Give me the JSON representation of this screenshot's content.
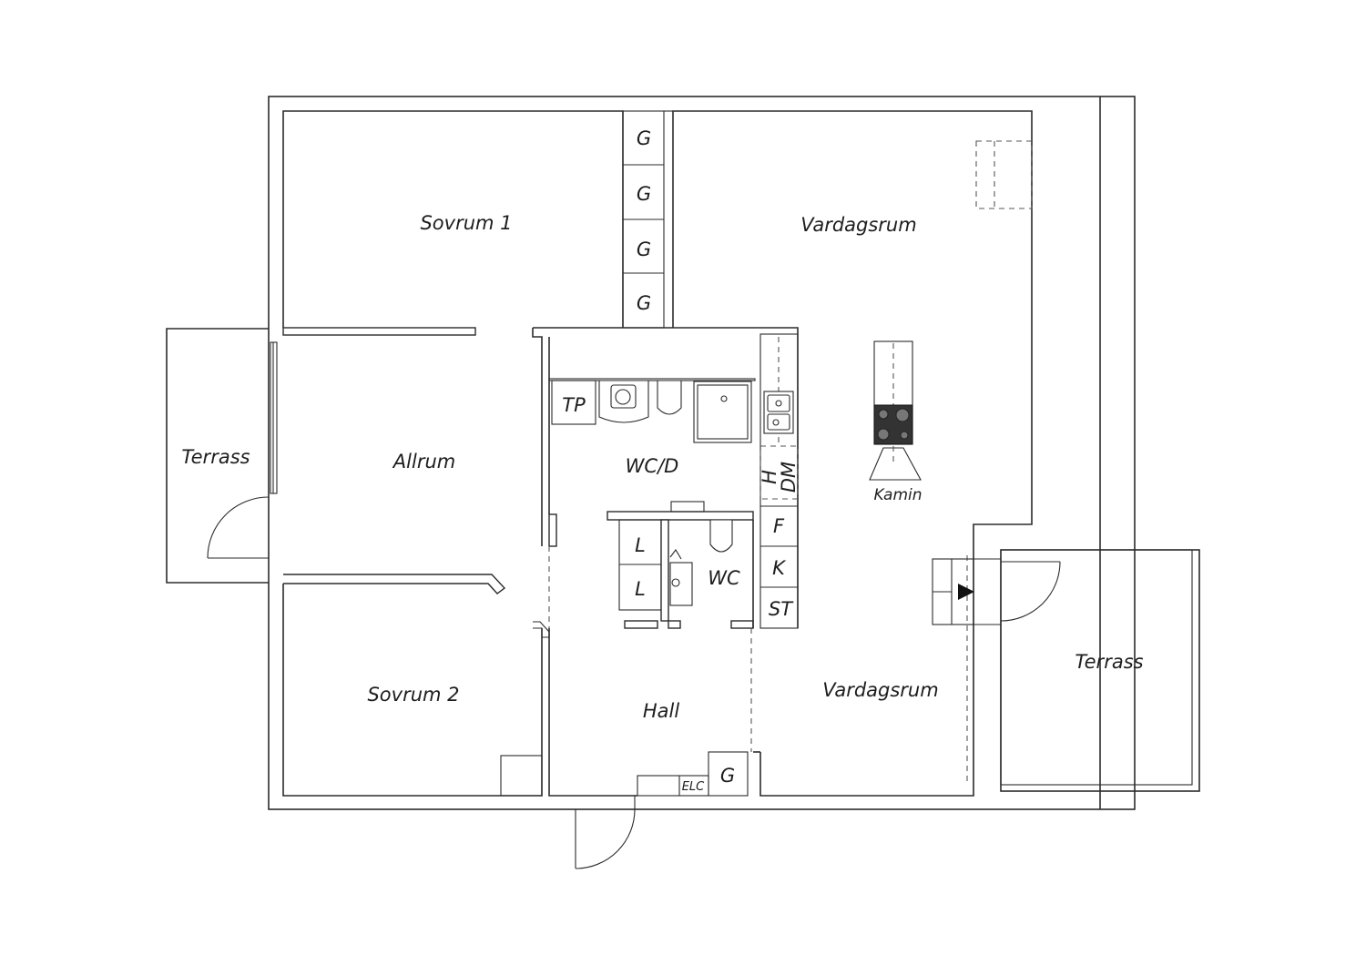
{
  "rooms": {
    "sovrum1": "Sovrum 1",
    "sovrum2": "Sovrum 2",
    "allrum": "Allrum",
    "vardagsrum_top": "Vardagsrum",
    "vardagsrum_bottom": "Vardagsrum",
    "hall": "Hall",
    "wcd": "WC/D",
    "wc": "WC",
    "terrass_left": "Terrass",
    "terrass_right": "Terrass"
  },
  "fixtures": {
    "g1": "G",
    "g2": "G",
    "g3": "G",
    "g4": "G",
    "g_hall": "G",
    "tp": "TP",
    "l1": "L",
    "l2": "L",
    "h": "H",
    "dm": "DM",
    "f": "F",
    "k": "K",
    "st": "ST",
    "elc": "ELC",
    "kamin": "Kamin"
  },
  "colors": {
    "line": "#2b2b2b",
    "background": "#ffffff",
    "appliance": "#333333"
  }
}
